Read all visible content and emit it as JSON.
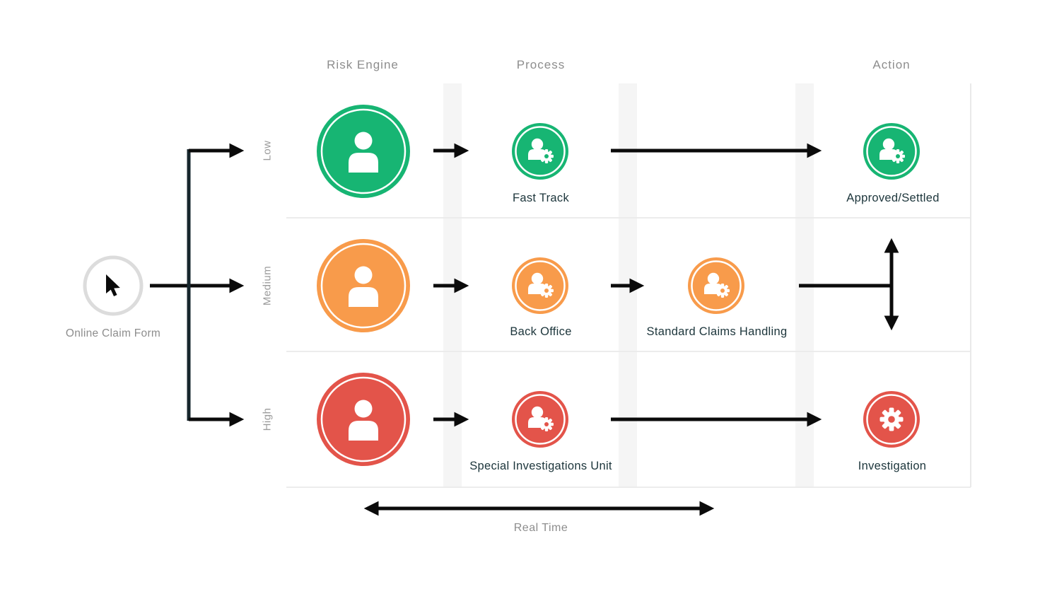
{
  "diagram": {
    "source_label": "Online Claim Form",
    "columns": [
      "Risk Engine",
      "Process",
      "Action"
    ],
    "risk_levels": [
      "Low",
      "Medium",
      "High"
    ],
    "nodes": {
      "fast_track": "Fast Track",
      "approved_settled": "Approved/Settled",
      "back_office": "Back Office",
      "standard_claims": "Standard Claims Handling",
      "siu": "Special Investigations Unit",
      "investigation": "Investigation"
    },
    "footer_label": "Real Time",
    "icons": {
      "source": "cursor-icon",
      "risk_engine": "person-icon",
      "process_action": "person-gear-icon",
      "investigation": "gear-icon"
    },
    "colors": {
      "low": "#17b573",
      "medium": "#f89b4b",
      "high": "#e3544a",
      "arrow": "#0b0b0b",
      "branch_line": "#16262c",
      "band": "#f5f5f5"
    }
  }
}
